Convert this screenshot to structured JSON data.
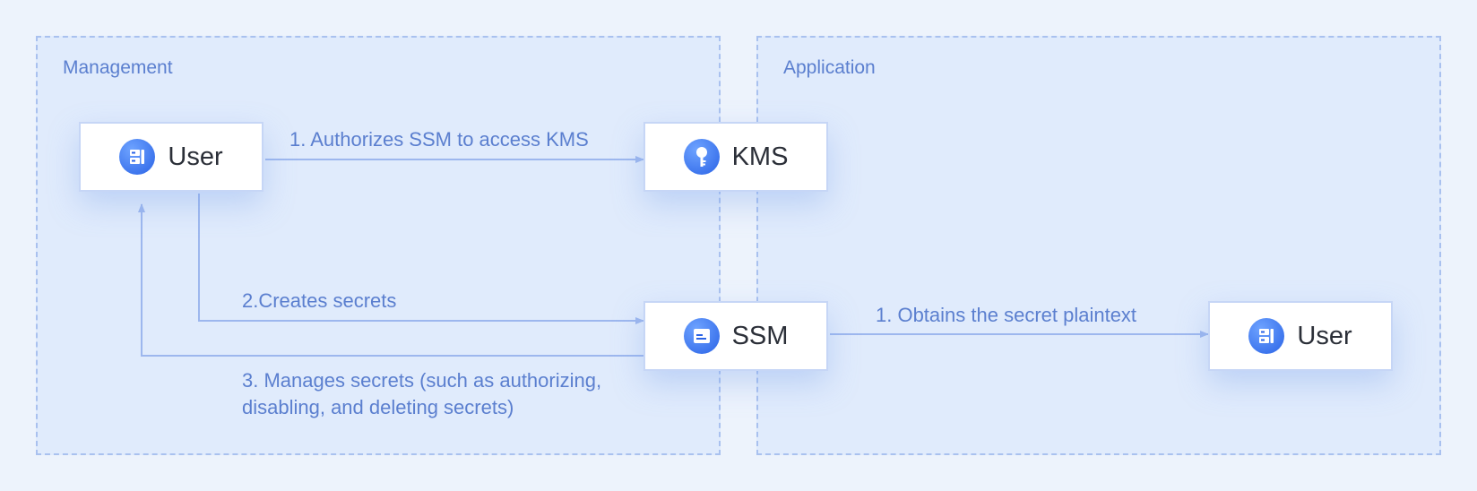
{
  "zones": {
    "management": "Management",
    "application": "Application"
  },
  "nodes": {
    "user_mgmt": "User",
    "kms": "KMS",
    "ssm": "SSM",
    "user_app": "User"
  },
  "edges": {
    "authorize": "1. Authorizes SSM to access KMS",
    "create": "2.Creates secrets",
    "manage_line1": "3. Manages secrets (such as authorizing,",
    "manage_line2": "disabling, and deleting secrets)",
    "obtain": "1. Obtains the secret plaintext"
  },
  "colors": {
    "line": "#9db7ee",
    "text": "#5b7fcf",
    "icon": "#2a63e6"
  },
  "icons": {
    "user_mgmt": "server-icon",
    "kms": "key-icon",
    "ssm": "document-icon",
    "user_app": "server-icon"
  }
}
